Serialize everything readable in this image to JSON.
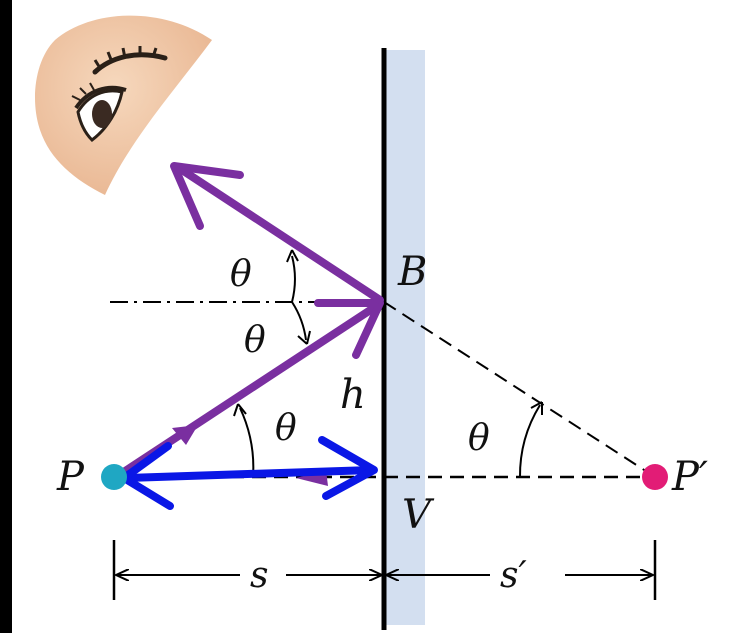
{
  "labels": {
    "P": "P",
    "P_prime": "P′",
    "B": "B",
    "V": "V",
    "h": "h",
    "s": "s",
    "s_prime": "s′",
    "theta": "θ"
  },
  "colors": {
    "mirror_glass": "#d3dff0",
    "mirror_line": "#000000",
    "reflected_ray": "#7a2fa0",
    "direct_ray": "#0a17e6",
    "object_point": "#1fa7c3",
    "image_point": "#e21c76",
    "face_skin": "#f0c7a5",
    "black_border": "#000000"
  },
  "icons": {
    "eye": "eye-icon"
  }
}
